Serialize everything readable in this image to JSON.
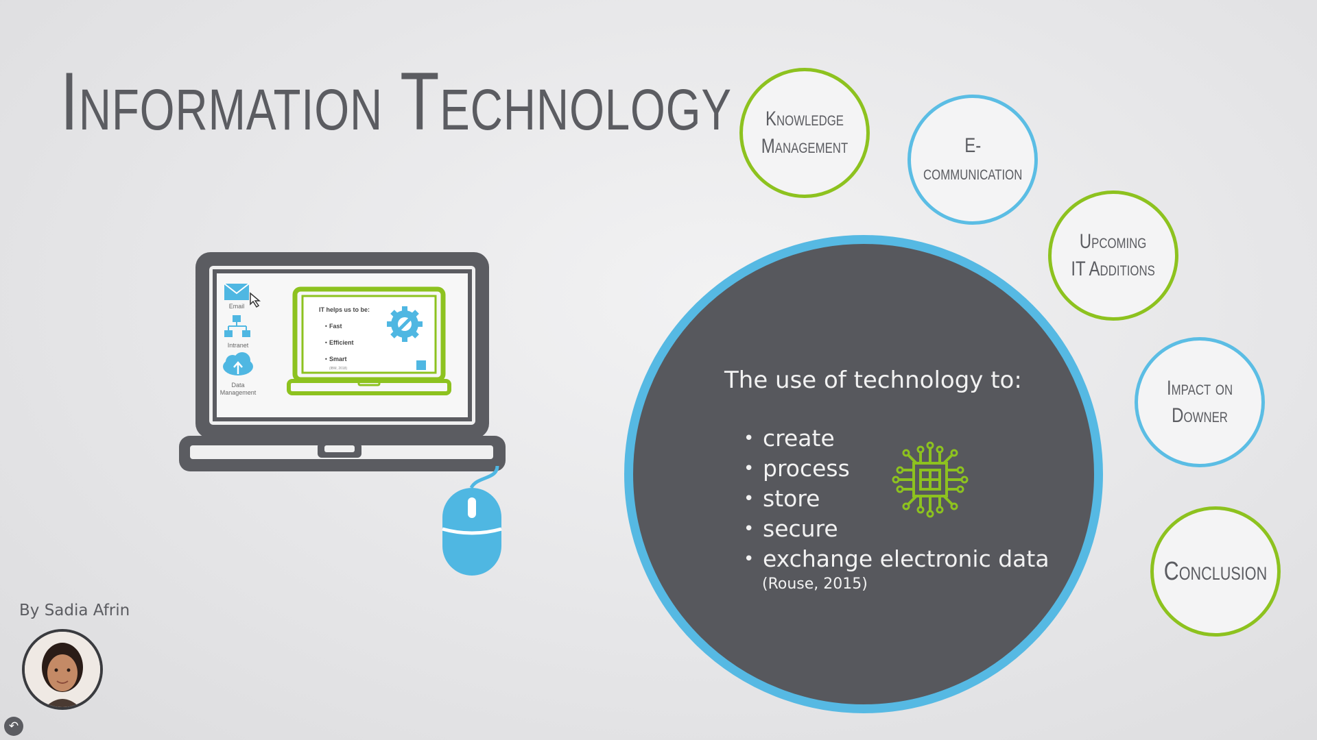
{
  "title": "Information Technology",
  "bubbles": {
    "knowledge": "Knowledge\nManagement",
    "ecomm": "E-\ncommunication",
    "upcoming": "Upcoming\nIT Additions",
    "impact": "Impact on\nDowner",
    "conclusion": "Conclusion"
  },
  "main": {
    "heading": "The use of technology to:",
    "points": [
      "create",
      "process",
      "store",
      "secure",
      "exchange electronic data"
    ],
    "citation": "(Rouse, 2015)"
  },
  "laptop": {
    "email": "Email",
    "intranet": "Intranet",
    "data1": "Data",
    "data2": "Management",
    "inner_title": "IT helps us to be:",
    "inner_points": [
      "Fast",
      "Efficient",
      "Smart"
    ],
    "inner_cite": "(IBM, 2018)"
  },
  "author": "By Sadia Afrin",
  "icons": {
    "back": "back-arrow-icon",
    "chip": "circuit-chip-icon",
    "gear": "gear-wrench-icon",
    "mouse": "mouse-icon"
  },
  "colors": {
    "green": "#8dc21f",
    "blue": "#56b9e3",
    "dark": "#57585d",
    "text": "#5b5c61"
  }
}
